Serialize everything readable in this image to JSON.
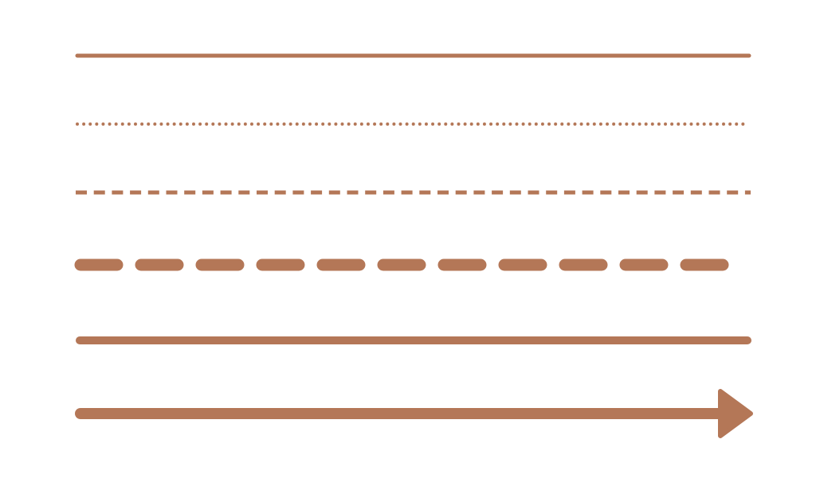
{
  "palette": {
    "stroke": "#B47757",
    "background": "#FFFFFF"
  },
  "line_samples": [
    {
      "style": "solid",
      "weight": "thin",
      "cap": "round",
      "end": "none"
    },
    {
      "style": "dotted",
      "weight": "thin",
      "cap": "round",
      "end": "none"
    },
    {
      "style": "dashed",
      "weight": "thin",
      "cap": "butt",
      "end": "none"
    },
    {
      "style": "dashed",
      "weight": "thick",
      "cap": "round",
      "end": "none"
    },
    {
      "style": "solid",
      "weight": "thick",
      "cap": "round",
      "end": "none"
    },
    {
      "style": "solid",
      "weight": "thick",
      "cap": "round",
      "end": "arrow-icon"
    }
  ]
}
